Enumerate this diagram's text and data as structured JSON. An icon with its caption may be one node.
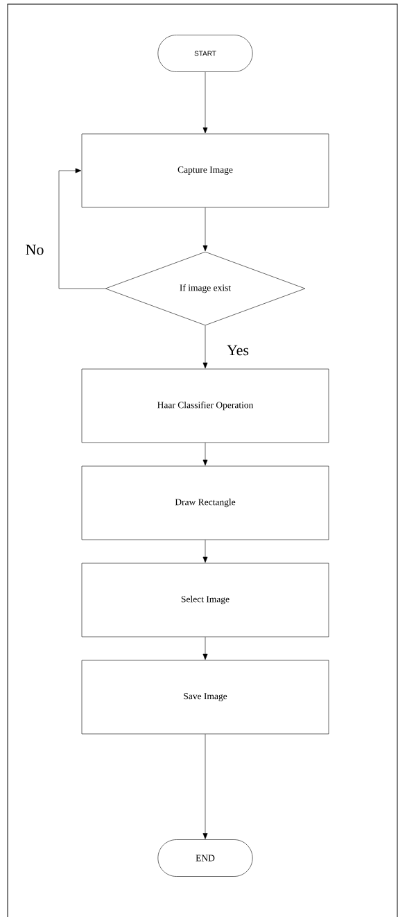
{
  "diagram": {
    "nodes": [
      {
        "text": [
          "START"
        ]
      },
      {
        "text": [
          "Capture Image"
        ]
      },
      {
        "text": [
          "If image exist"
        ]
      },
      {
        "text": [
          "Haar Classifier Operation"
        ]
      },
      {
        "text": [
          "Draw Rectangle"
        ]
      },
      {
        "text": [
          "Select Image"
        ]
      },
      {
        "text": [
          "Save Image"
        ]
      },
      {
        "text": [
          "END"
        ]
      }
    ],
    "edges": [
      {
        "from": 0,
        "to": 1,
        "arrow": "to"
      },
      {
        "from": 1,
        "to": 2,
        "arrow": "to"
      },
      {
        "from": 2,
        "to": 1,
        "arrow": "to",
        "label": "No"
      },
      {
        "from": 2,
        "to": 3,
        "arrow": "to",
        "label": "Yes"
      },
      {
        "from": 3,
        "to": 4,
        "arrow": "to"
      },
      {
        "from": 4,
        "to": 5,
        "arrow": "to"
      },
      {
        "from": 5,
        "to": 6,
        "arrow": "to"
      },
      {
        "from": 6,
        "to": 7,
        "arrow": "to"
      }
    ]
  }
}
